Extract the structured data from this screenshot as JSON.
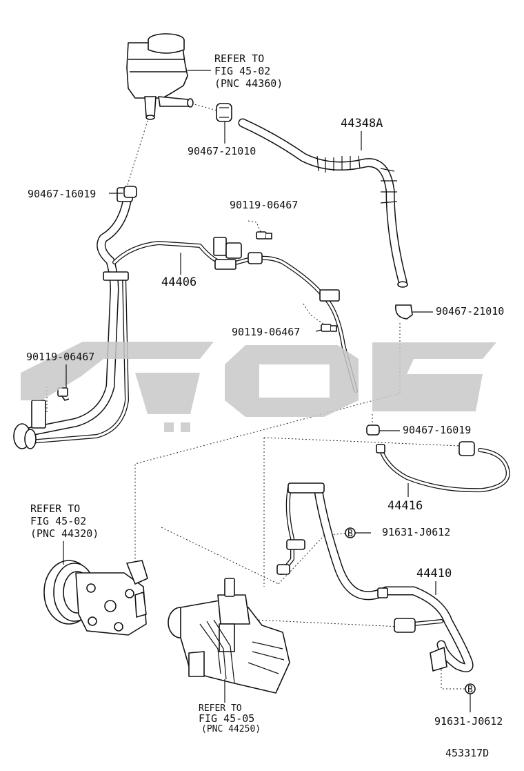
{
  "diagram": {
    "reservoir_ref": {
      "line1": "REFER TO",
      "line2": "FIG 45-02",
      "line3": "(PNC 44360)"
    },
    "pump_ref": {
      "line1": "REFER TO",
      "line2": "FIG 45-02",
      "line3": "(PNC 44320)"
    },
    "gear_ref": {
      "line1": "REFER TO",
      "line2": "FIG 45-05",
      "line3": "(PNC 44250)"
    },
    "parts": {
      "p44348A": "44348A",
      "p44406": "44406",
      "p44416": "44416",
      "p44410": "44410",
      "clamp_21010_top": "90467-21010",
      "clamp_21010_right": "90467-21010",
      "clamp_16019_left": "90467-16019",
      "clamp_16019_mid": "90467-16019",
      "bolt_06467_top": "90119-06467",
      "bolt_06467_mid": "90119-06467",
      "bolt_06467_left": "90119-06467",
      "bolt_j0612_mid": "91631-J0612",
      "bolt_j0612_bottom": "91631-J0612"
    },
    "badge_letter": "B",
    "figure_number": "453317D",
    "watermark_icon": "arabic-logo-watermark"
  }
}
